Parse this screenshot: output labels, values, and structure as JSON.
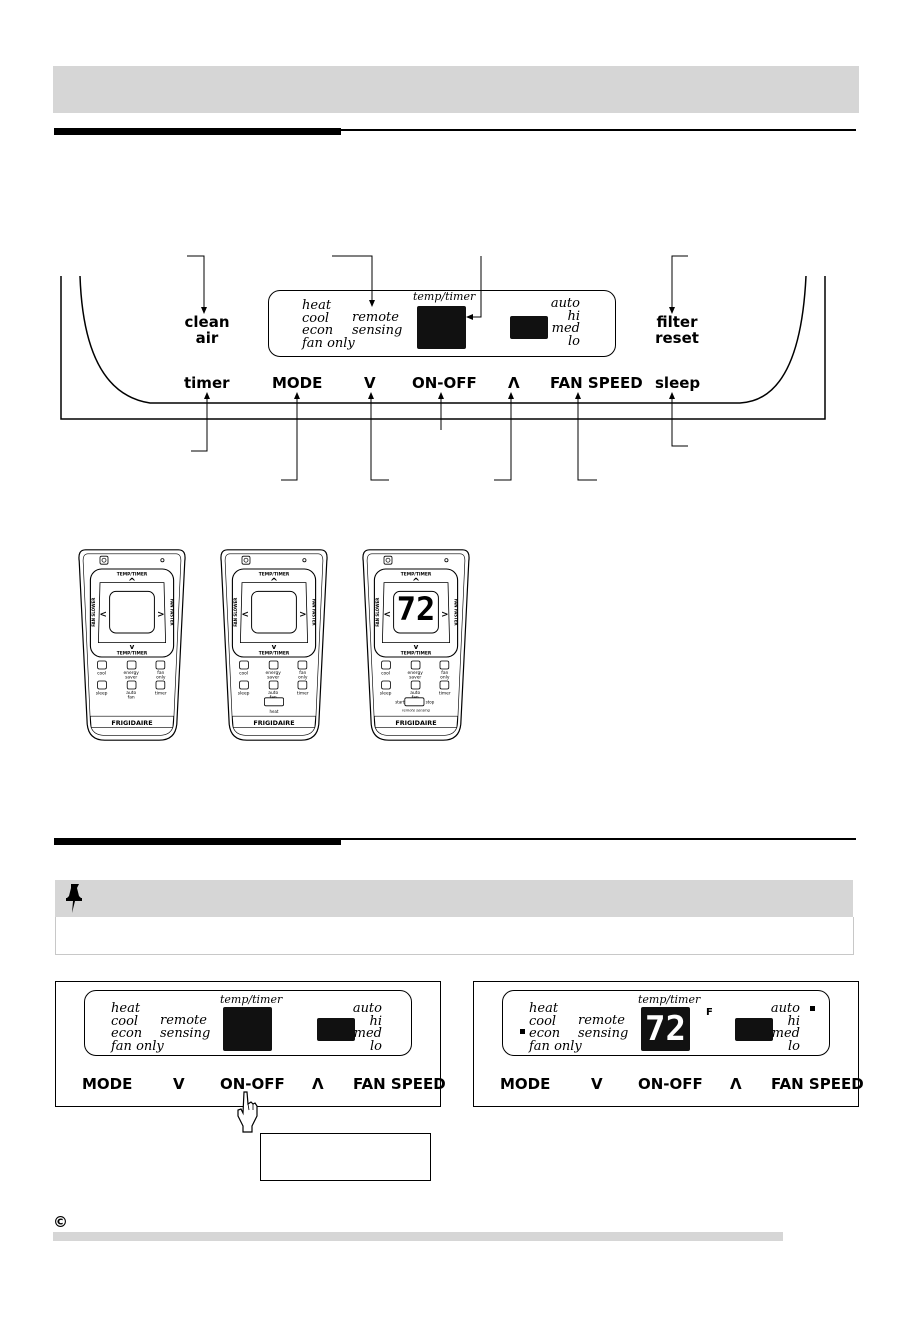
{
  "control_panel": {
    "clean_air_1": "clean",
    "clean_air_2": "air",
    "modes": [
      "heat",
      "cool",
      "econ",
      "fan only"
    ],
    "remote_sensing_1": "remote",
    "remote_sensing_2": "sensing",
    "temp_timer": "temp/timer",
    "speeds": [
      "auto",
      "hi",
      "med",
      "lo"
    ],
    "filter_reset_1": "filter",
    "filter_reset_2": "reset",
    "buttons": {
      "timer": "timer",
      "mode": "MODE",
      "down": "V",
      "on_off": "ON-OFF",
      "up": "Λ",
      "fan_speed": "FAN SPEED",
      "sleep": "sleep"
    }
  },
  "remotes": [
    {
      "display": "",
      "bottom_button": "",
      "brand": "FRIGIDAIRE"
    },
    {
      "display": "",
      "bottom_button": "heat",
      "brand": "FRIGIDAIRE"
    },
    {
      "display": "72",
      "bottom_button": "remote sensing",
      "brand": "FRIGIDAIRE",
      "start": "start",
      "stop": "stop"
    }
  ],
  "remote_labels": {
    "temp_timer": "TEMP/TIMER",
    "fan_slower": "FAN SLOWER",
    "fan_faster": "FAN FASTER",
    "cool": "cool",
    "energy_saver_1": "energy",
    "energy_saver_2": "saver",
    "fan_only_1": "fan",
    "fan_only_2": "only",
    "sleep": "sleep",
    "auto_fan_1": "auto",
    "auto_fan_2": "fan",
    "timer": "timer",
    "brand": "FRIGIDAIRE"
  },
  "mini_panels": [
    {
      "display": "",
      "unit": "",
      "temp_timer": "temp/timer"
    },
    {
      "display": "72",
      "unit": "F",
      "temp_timer": "temp/timer"
    }
  ],
  "mini_buttons": {
    "mode": "MODE",
    "down": "V",
    "on_off": "ON-OFF",
    "up": "Λ",
    "fan_speed": "FAN SPEED"
  },
  "footer": {
    "copyright_symbol": "©"
  }
}
